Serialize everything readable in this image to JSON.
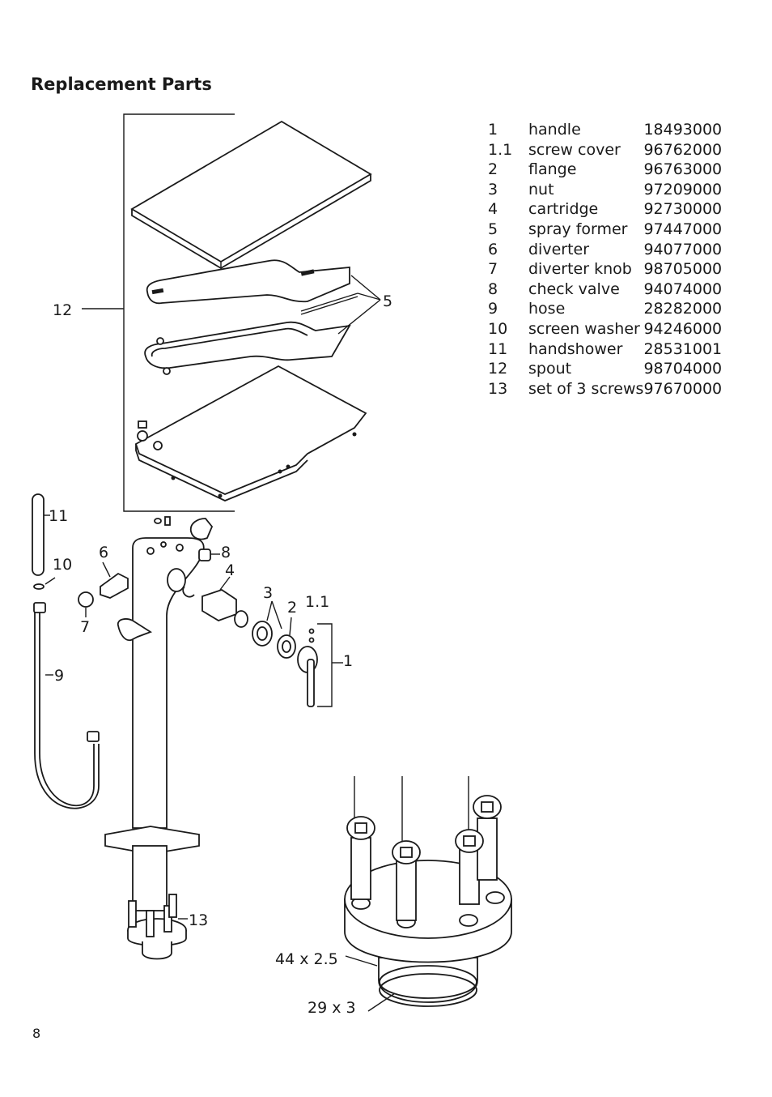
{
  "title": "Replacement Parts",
  "page_number": "8",
  "parts": [
    {
      "num": "1",
      "name": "handle",
      "code": "18493000"
    },
    {
      "num": "1.1",
      "name": "screw cover",
      "code": "96762000"
    },
    {
      "num": "2",
      "name": "flange",
      "code": "96763000"
    },
    {
      "num": "3",
      "name": "nut",
      "code": "97209000"
    },
    {
      "num": "4",
      "name": "cartridge",
      "code": "92730000"
    },
    {
      "num": "5",
      "name": "spray former",
      "code": "97447000"
    },
    {
      "num": "6",
      "name": "diverter",
      "code": "94077000"
    },
    {
      "num": "7",
      "name": "diverter knob",
      "code": "98705000"
    },
    {
      "num": "8",
      "name": "check valve",
      "code": "94074000"
    },
    {
      "num": "9",
      "name": "hose",
      "code": "28282000"
    },
    {
      "num": "10",
      "name": "screen washer",
      "code": "94246000"
    },
    {
      "num": "11",
      "name": "handshower",
      "code": "28531001"
    },
    {
      "num": "12",
      "name": "spout",
      "code": "98704000"
    },
    {
      "num": "13",
      "name": "set of 3 screws",
      "code": "97670000"
    }
  ],
  "callouts": {
    "c12": "12",
    "c5": "5",
    "c11": "11",
    "c10": "10",
    "c6": "6",
    "c8": "8",
    "c4": "4",
    "c3": "3",
    "c2": "2",
    "c1_1": "1.1",
    "c1": "1",
    "c7": "7",
    "c9": "9",
    "c13": "13"
  },
  "dimensions": {
    "d1": "44 x 2.5",
    "d2": "29 x 3"
  }
}
